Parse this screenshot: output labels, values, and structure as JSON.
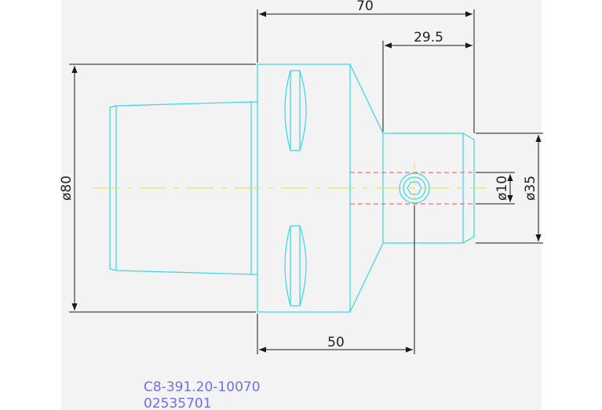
{
  "dimensions": {
    "overall_length": "70",
    "shank_length": "29.5",
    "flange_to_center": "50",
    "body_diameter": "ø80",
    "shank_diameter": "ø35",
    "bore_diameter": "ø10"
  },
  "part": {
    "code": "C8-391.20-10070",
    "number": "02535701"
  },
  "colors": {
    "background_panel": "#f3f3f3",
    "outline": "#38d6e6",
    "dimension": "#1a1a1a",
    "centerline": "#e0e040",
    "hidden": "#f05050",
    "label": "#6f6fe6"
  }
}
